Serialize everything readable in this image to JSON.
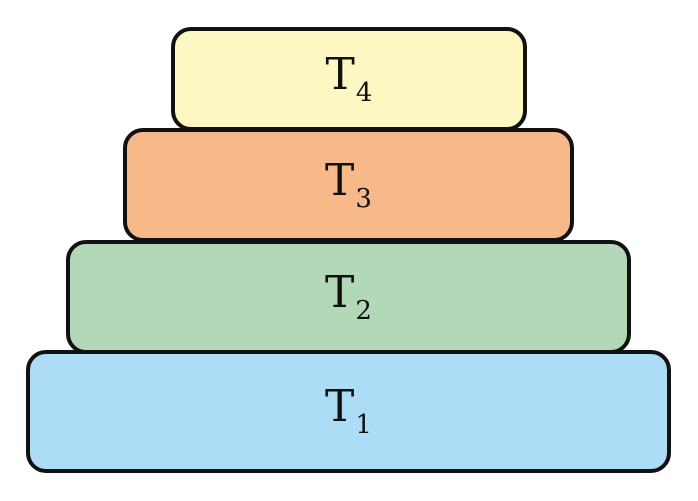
{
  "layers": [
    {
      "id": "t1",
      "letter": "T",
      "subscript": "1",
      "color": "#addcf7"
    },
    {
      "id": "t2",
      "letter": "T",
      "subscript": "2",
      "color": "#b2d8b8"
    },
    {
      "id": "t3",
      "letter": "T",
      "subscript": "3",
      "color": "#f8b98a"
    },
    {
      "id": "t4",
      "letter": "T",
      "subscript": "4",
      "color": "#fdf7c2"
    }
  ]
}
